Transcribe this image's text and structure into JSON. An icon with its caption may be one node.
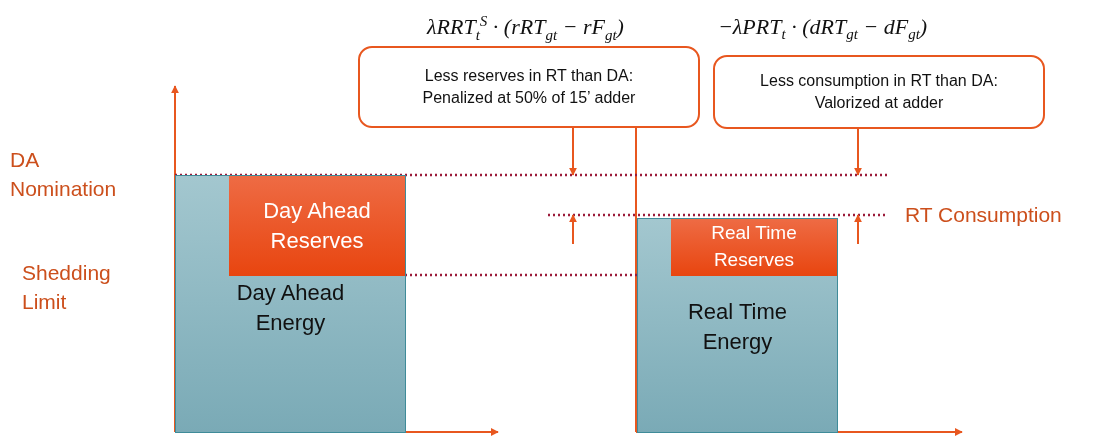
{
  "diagram": {
    "nodes": [
      {
        "text": [
          "Day Ahead Energy"
        ]
      },
      {
        "text": [
          "Day Ahead Reserves"
        ],
        "in": 0
      },
      {
        "text": [
          "Real Time Energy"
        ]
      },
      {
        "text": [
          "Real Time Reserves"
        ],
        "in": 2
      },
      {
        "text": [
          "Less reserves in RT than DA: Penalized at 50% of 15’ adder"
        ]
      },
      {
        "text": [
          "Less consumption in RT than DA: Valorized at adder"
        ]
      }
    ],
    "edges": [],
    "labels": [
      "λRRT$_{t}$$^{S}$ · (rRT$_{gt}$ − rF$_{gt}$)",
      "−λPRT$_{t}$ · (dRT$_{gt}$ − dF$_{gt}$)",
      "DA Nomination",
      "RT Consumption",
      "Shedding Limit"
    ]
  }
}
